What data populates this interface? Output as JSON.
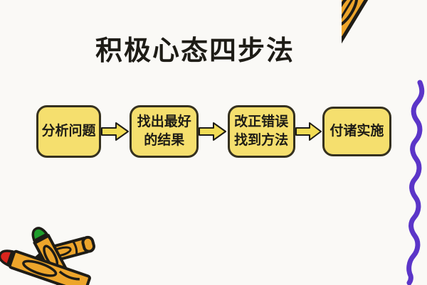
{
  "title": "积极心态四步法",
  "flow": {
    "steps": [
      {
        "label": "分析问题"
      },
      {
        "label": "找出最好\n的结果"
      },
      {
        "label": "改正错误\n找到方法"
      },
      {
        "label": "付诸实施"
      }
    ],
    "connector": "right-arrow-icon"
  },
  "decorations": {
    "top_right": "marker-pen-icon",
    "right_edge": "purple-wavy-line",
    "bottom_left": "crayons-icon"
  },
  "colors": {
    "background": "#FAF9F6",
    "ink": "#1E1C16",
    "box_fill": "#F5DF6E",
    "box_stroke": "#35311F",
    "arrow_fill": "#F2DC55",
    "purple": "#5B35C8",
    "purple_dark": "#472AA4",
    "crayon_orange": "#EDA52B",
    "crayon_red": "#D9251D",
    "crayon_green": "#1F9E2C"
  }
}
